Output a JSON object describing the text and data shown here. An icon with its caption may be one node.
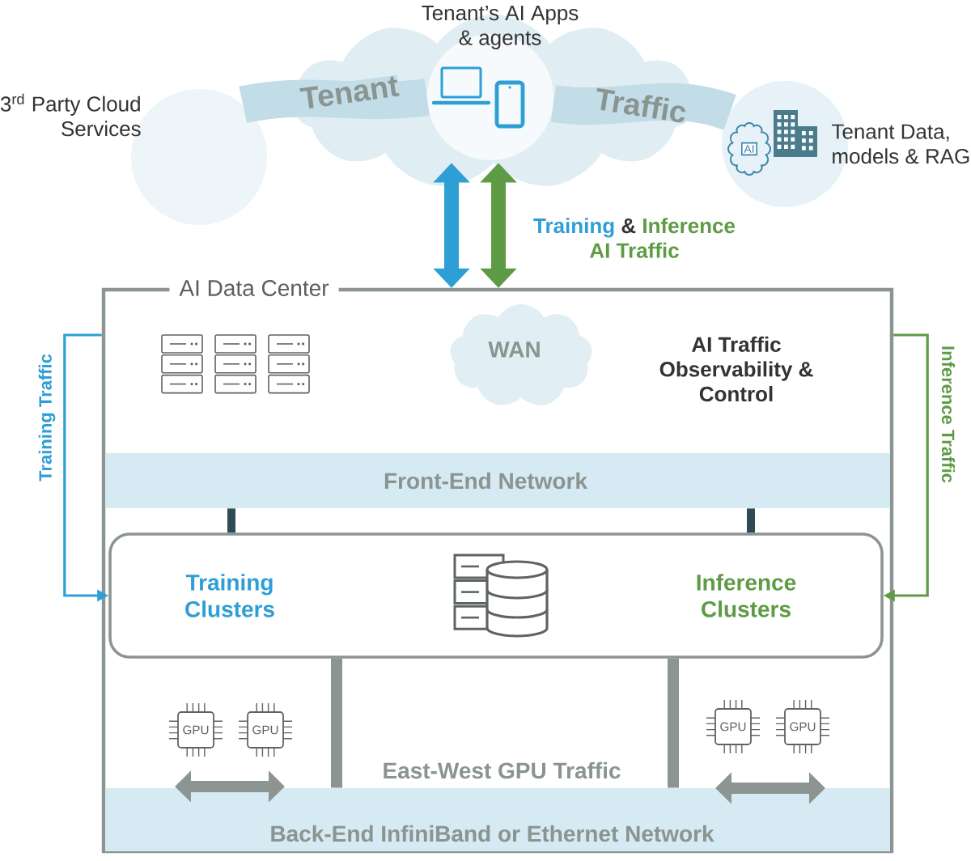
{
  "diagram": {
    "nodes": [
      {
        "text": [
          "3$^{rd}$ Party Cloud Services"
        ]
      },
      {
        "text": [
          "Tenant’s AI Apps & agents"
        ],
        "in": 3
      },
      {
        "text": [
          "Tenant Data, models & RAG"
        ]
      },
      {
        "text": [],
        "shape": "cloud"
      },
      {
        "text": [
          "AI Data Center"
        ]
      },
      {
        "text": [
          "WAN"
        ],
        "in": 4
      },
      {
        "text": [
          "Front-End Network"
        ],
        "in": 4
      },
      {
        "text": [
          "Training Clusters",
          "Inference Clusters"
        ],
        "in": 4
      },
      {
        "text": [
          "GPU"
        ],
        "in": 4
      },
      {
        "text": [
          "GPU"
        ],
        "in": 4
      },
      {
        "text": [
          "GPU"
        ],
        "in": 4
      },
      {
        "text": [
          "GPU"
        ],
        "in": 4
      },
      {
        "text": [
          "Back-End InfiniBand or Ethernet Network"
        ],
        "in": 4
      }
    ],
    "edges": [
      {
        "from": 0,
        "to": 1,
        "arrow": "none",
        "label": "Tenant",
        "style": "thick",
        "color": "#c2dce8"
      },
      {
        "from": 1,
        "to": 2,
        "arrow": "none",
        "label": "Traffic",
        "style": "thick",
        "color": "#c2dce8"
      },
      {
        "from": 3,
        "to": 4,
        "arrow": "both",
        "color": "#2d9fd5"
      },
      {
        "from": 3,
        "to": 4,
        "arrow": "both",
        "color": "#5e9b45"
      },
      {
        "from": 4,
        "to": 7,
        "arrow": "to",
        "label": "Training Traffic",
        "color": "#2d9fd5"
      },
      {
        "from": 4,
        "to": 7,
        "arrow": "to",
        "label": "Inference Traffic",
        "color": "#5e9b45"
      },
      {
        "from": 6,
        "to": 7,
        "arrow": "none",
        "color": "#2f4b55"
      },
      {
        "from": 6,
        "to": 7,
        "arrow": "none",
        "color": "#2f4b55"
      },
      {
        "from": 7,
        "to": 12,
        "arrow": "none",
        "color": "#8c9591"
      },
      {
        "from": 7,
        "to": 12,
        "arrow": "none",
        "color": "#8c9591"
      }
    ],
    "labels": [
      "AI",
      "Training & Inference AI Traffic",
      "AI Traffic Observability & Control",
      "East-West GPU Traffic"
    ]
  }
}
